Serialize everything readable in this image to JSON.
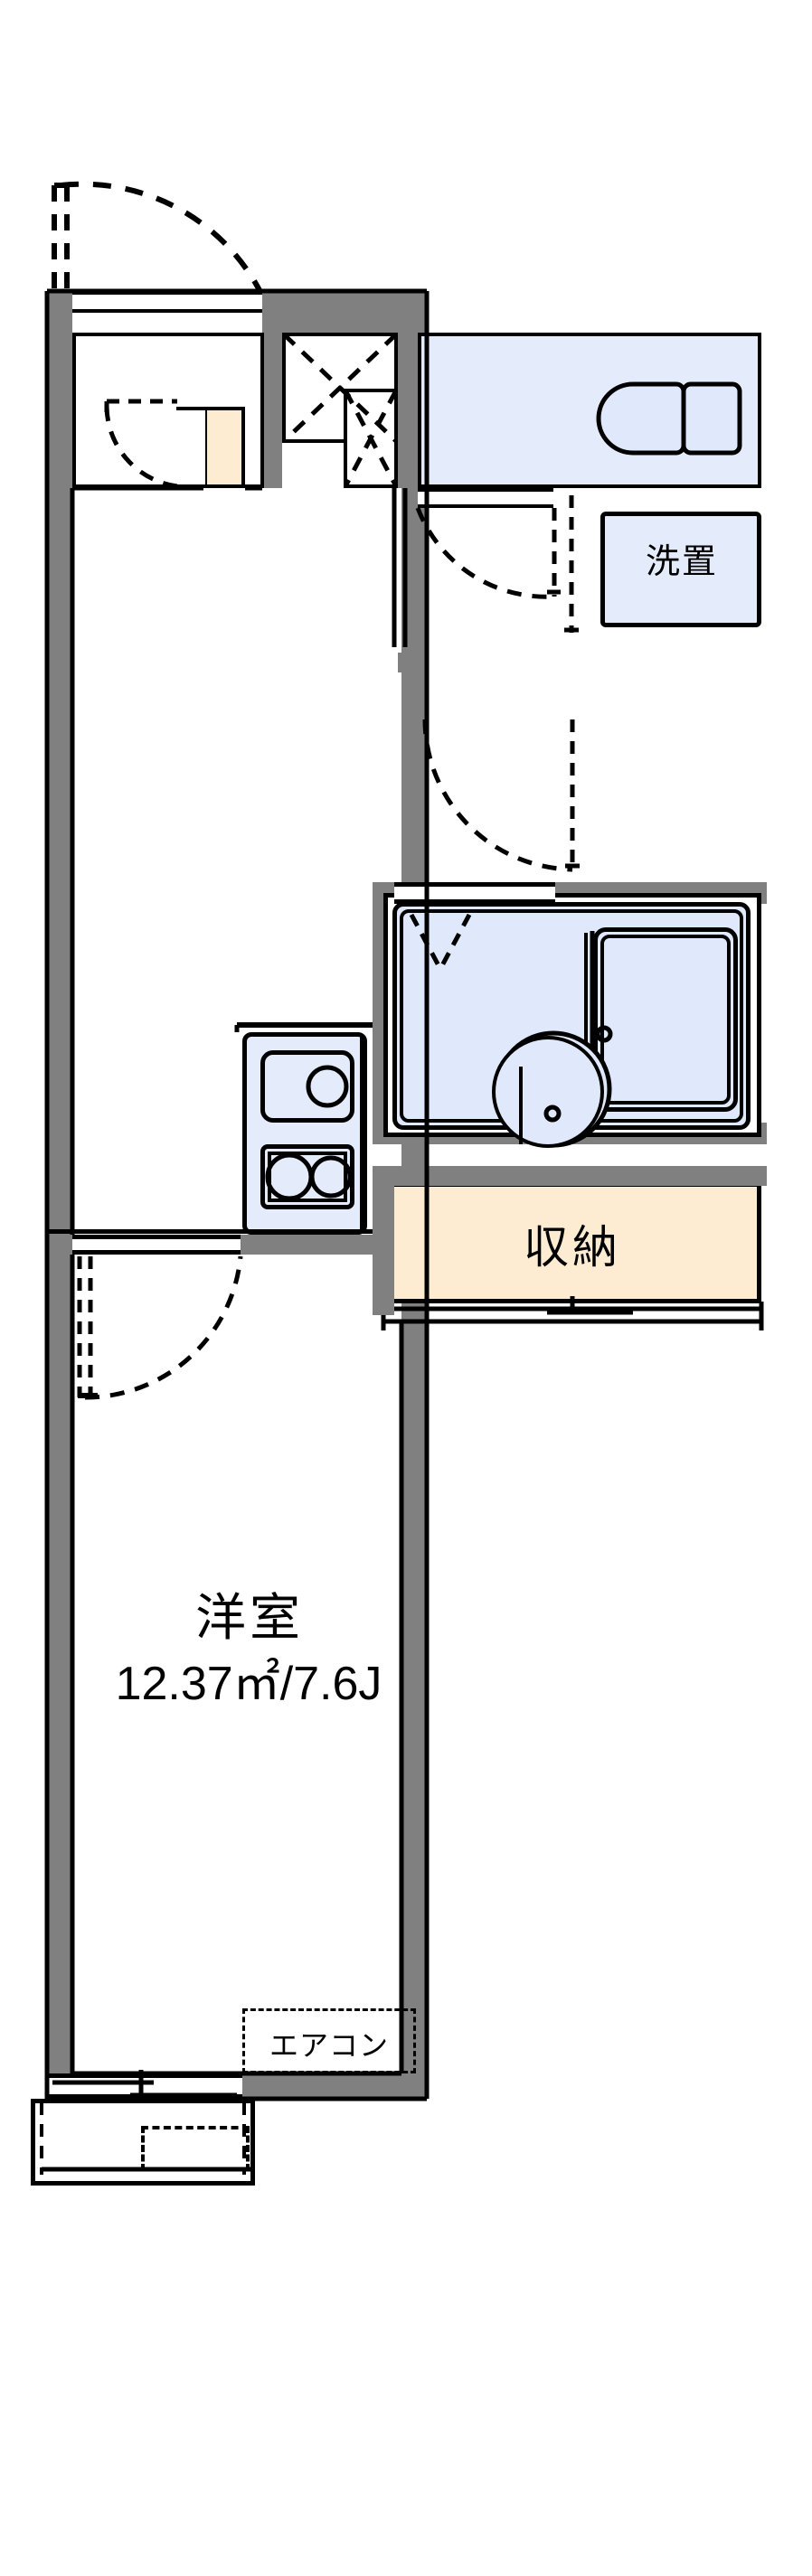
{
  "plan": {
    "type": "apartment-floor-plan",
    "orientation": "vertical",
    "background_color": "#ffffff",
    "wall_color": "#808080",
    "line_color": "#000000",
    "fixture_fill": "#e4ecfb",
    "storage_fill": "#fdecd2"
  },
  "rooms": [
    {
      "id": "main-room",
      "name": "洋室",
      "area_text": "12.37㎡/7.6J",
      "area_sqm": 12.37,
      "area_jo": 7.6
    },
    {
      "id": "closet",
      "name": "収納"
    },
    {
      "id": "laundry",
      "name": "洗置"
    }
  ],
  "labels": {
    "main_room_name": "洋室",
    "main_room_area": "12.37㎡/7.6J",
    "storage": "収納",
    "washer_place": "洗置",
    "air_conditioner": "エアコン"
  },
  "fixtures": [
    {
      "id": "toilet",
      "name": "toilet",
      "fill": "#e4ecfb"
    },
    {
      "id": "bathtub",
      "name": "bathtub",
      "fill": "#dfe9fb"
    },
    {
      "id": "washbasin",
      "name": "washbasin",
      "fill": "#dfe9fb"
    },
    {
      "id": "kitchen-sink",
      "name": "kitchen-sink",
      "fill": "#e4ecfb"
    },
    {
      "id": "gas-stove",
      "name": "two-burner-stove",
      "fill": "#e4ecfb"
    },
    {
      "id": "washer-space",
      "name": "washing-machine-space",
      "fill": "#e4ecfb"
    },
    {
      "id": "shoe-box",
      "name": "shoe-box",
      "fill": "#fdecd2"
    },
    {
      "id": "balcony",
      "name": "balcony",
      "fill": "#ffffff"
    }
  ],
  "doors": [
    {
      "id": "entrance-door",
      "type": "hinged",
      "swing": "outward-left"
    },
    {
      "id": "room-door",
      "type": "hinged",
      "swing": "inward"
    },
    {
      "id": "bath-door",
      "type": "hinged",
      "swing": "inward"
    },
    {
      "id": "toilet-door",
      "type": "hinged",
      "swing": "inward"
    },
    {
      "id": "shoe-box-door",
      "type": "hinged",
      "swing": "inward"
    },
    {
      "id": "balcony-window",
      "type": "sliding"
    }
  ]
}
